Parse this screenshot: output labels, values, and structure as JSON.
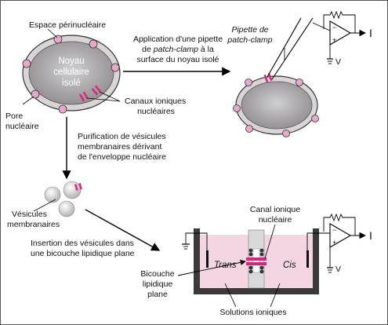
{
  "labels": {
    "perinuclear_space": "Espace périnucléaire",
    "nucleus_line1": "Noyau",
    "nucleus_line2": "cellulaire",
    "nucleus_line3": "isolé",
    "nuclear_pore_line1": "Pore",
    "nuclear_pore_line2": "nucléaire",
    "ion_channels_line1": "Canaux ioniques",
    "ion_channels_line2": "nucléaires",
    "application_line1": "Application d'une pipette",
    "application_line2_pre": "de ",
    "application_line2_italic": "patch-clamp",
    "application_line2_post": " à la",
    "application_line3": "surface du noyau isolé",
    "pipette_line1": "Pipette de",
    "pipette_line2": "patch-clamp",
    "current_I": "I",
    "voltage_V": "V",
    "purification_line1": "Purification de vésicules",
    "purification_line2": "membranaires dérivant",
    "purification_line3": "de l'enveloppe nucléaire",
    "vesicles_line1": "Vésicules",
    "vesicles_line2": "membranaires",
    "insertion_line1": "Insertion des vésicules dans",
    "insertion_line2": "une bicouche lipidique plane",
    "ion_channel_line1": "Canal ionique",
    "ion_channel_line2": "nucléaire",
    "trans": "Trans",
    "cis": "Cis",
    "bilayer_line1": "Bicouche",
    "bilayer_line2": "lipidique",
    "bilayer_line3": "plane",
    "ionic_solutions": "Solutions ioniques",
    "amp_minus": "−",
    "amp_plus": "+"
  },
  "colors": {
    "nucleus_fill": "#b4aeb0",
    "nucleus_center": "#bfbfc2",
    "envelope_ring": "#d9d4d6",
    "pore_fill": "#e7a9c8",
    "channel": "#d8267a",
    "bath_fill": "#f3d6e2",
    "chamber_wall": "#3a3a3a",
    "vesicle": "#d3d3d3"
  }
}
